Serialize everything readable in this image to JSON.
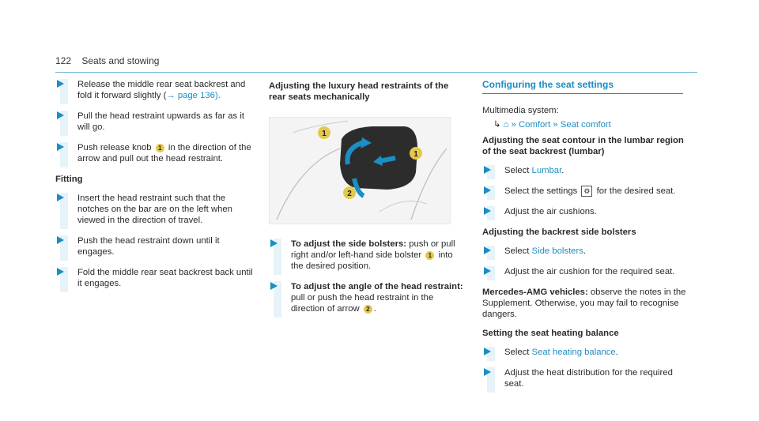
{
  "header": {
    "page": "122",
    "title": "Seats and stowing"
  },
  "col1": {
    "steps_a": [
      "Release the middle rear seat backrest and fold it forward slightly (",
      "Pull the head restraint upwards as far as it will go."
    ],
    "step1_ref": "→ page 136).",
    "step3_pre": "Push release knob",
    "step3_num": "1",
    "step3_post": "in the direction of the arrow and pull out the head restraint.",
    "fitting_title": "Fitting",
    "steps_b": [
      "Insert the head restraint such that the notches on the bar are on the left when viewed in the direction of travel.",
      "Push the head restraint down until it engages.",
      "Fold the middle rear seat backrest back until it engages."
    ]
  },
  "col2": {
    "title": "Adjusting the luxury head restraints of the rear seats mechanically",
    "fig_labels": [
      "1",
      "1",
      "2"
    ],
    "s1_bold": "To adjust the side bolsters:",
    "s1_pre": "push or pull right and/or left-hand side bolster",
    "s1_num": "1",
    "s1_post": "into the desired position.",
    "s2_bold": "To adjust the angle of the head restraint:",
    "s2_pre": "pull or push the head restraint in the direction of arrow",
    "s2_num": "2",
    "s2_post": "."
  },
  "col3": {
    "heading": "Configuring the seat settings",
    "mm": "Multimedia system:",
    "path_home": "⌂",
    "path_comfort": "Comfort",
    "path_seat": "Seat comfort",
    "lumbar_title": "Adjusting the seat contour in the lumbar region of the seat backrest (lumbar)",
    "select": "Select",
    "lumbar": "Lumbar",
    "settings_pre": "Select the settings",
    "settings_post": "for the desired seat.",
    "air": "Adjust the air cushions.",
    "bolster_title": "Adjusting the backrest side bolsters",
    "side_bolsters": "Side bolsters",
    "air2": "Adjust the air cushion for the required seat.",
    "amg_bold": "Mercedes-AMG vehicles:",
    "amg_text": "observe the notes in the Supplement. Otherwise, you may fail to recognise dangers.",
    "heat_title": "Setting the seat heating balance",
    "heat_balance": "Seat heating balance",
    "heat_adj": "Adjust the heat distribution for the required seat."
  }
}
